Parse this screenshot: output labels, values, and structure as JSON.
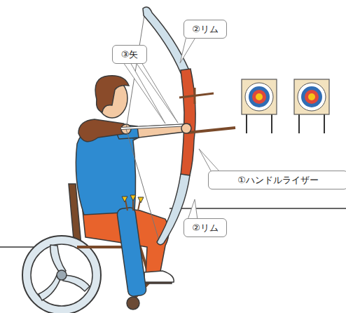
{
  "diagram": {
    "nodes": [
      {
        "text": [
          "②リム"
        ]
      },
      {
        "text": [
          "③矢"
        ]
      },
      {
        "text": [
          "①ハンドルライザー"
        ]
      },
      {
        "text": [
          "②リム"
        ]
      }
    ]
  }
}
